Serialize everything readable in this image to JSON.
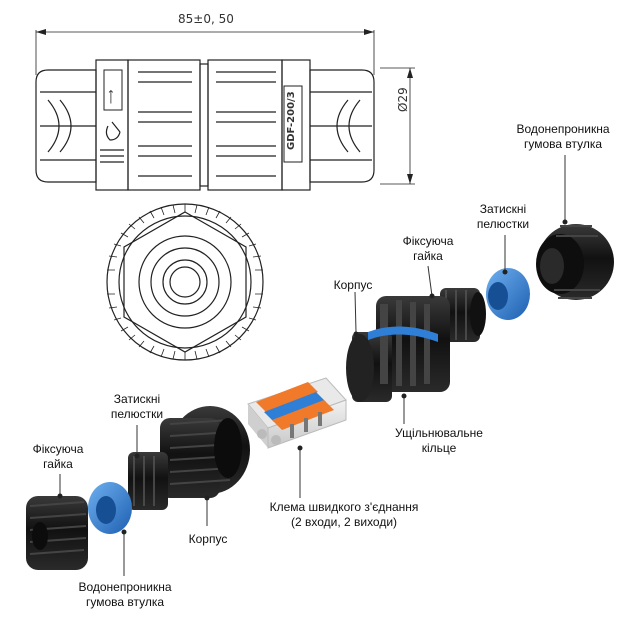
{
  "dimensions": {
    "length": "85±0, 50",
    "diameter": "Ø29"
  },
  "markings": {
    "model": "GDF-200/3",
    "arrow_symbol": "⟶"
  },
  "labels": {
    "clamp_top": [
      "Затискні",
      "пелюстки"
    ],
    "nut_top": [
      "Фіксуюча",
      "гайка"
    ],
    "body_top": "Корпус",
    "seal_top": [
      "Водонепроникна",
      "гумова втулка"
    ],
    "oring": [
      "Ущільнювальне",
      "кільце"
    ],
    "clamp_left": [
      "Затискні",
      "пелюстки"
    ],
    "nut_left": [
      "Фіксуюча",
      "гайка"
    ],
    "terminal": [
      "Клема швидкого з'єднання",
      "(2 входи, 2 виходи)"
    ],
    "body_bottom": "Корпус",
    "seal_bottom": [
      "Водонепроникна",
      "гумова втулка"
    ]
  },
  "colors": {
    "black_part": "#1a1a1a",
    "blue_seal": "#2f7fd6",
    "orange_lever": "#f07a2a",
    "line": "#333333"
  }
}
